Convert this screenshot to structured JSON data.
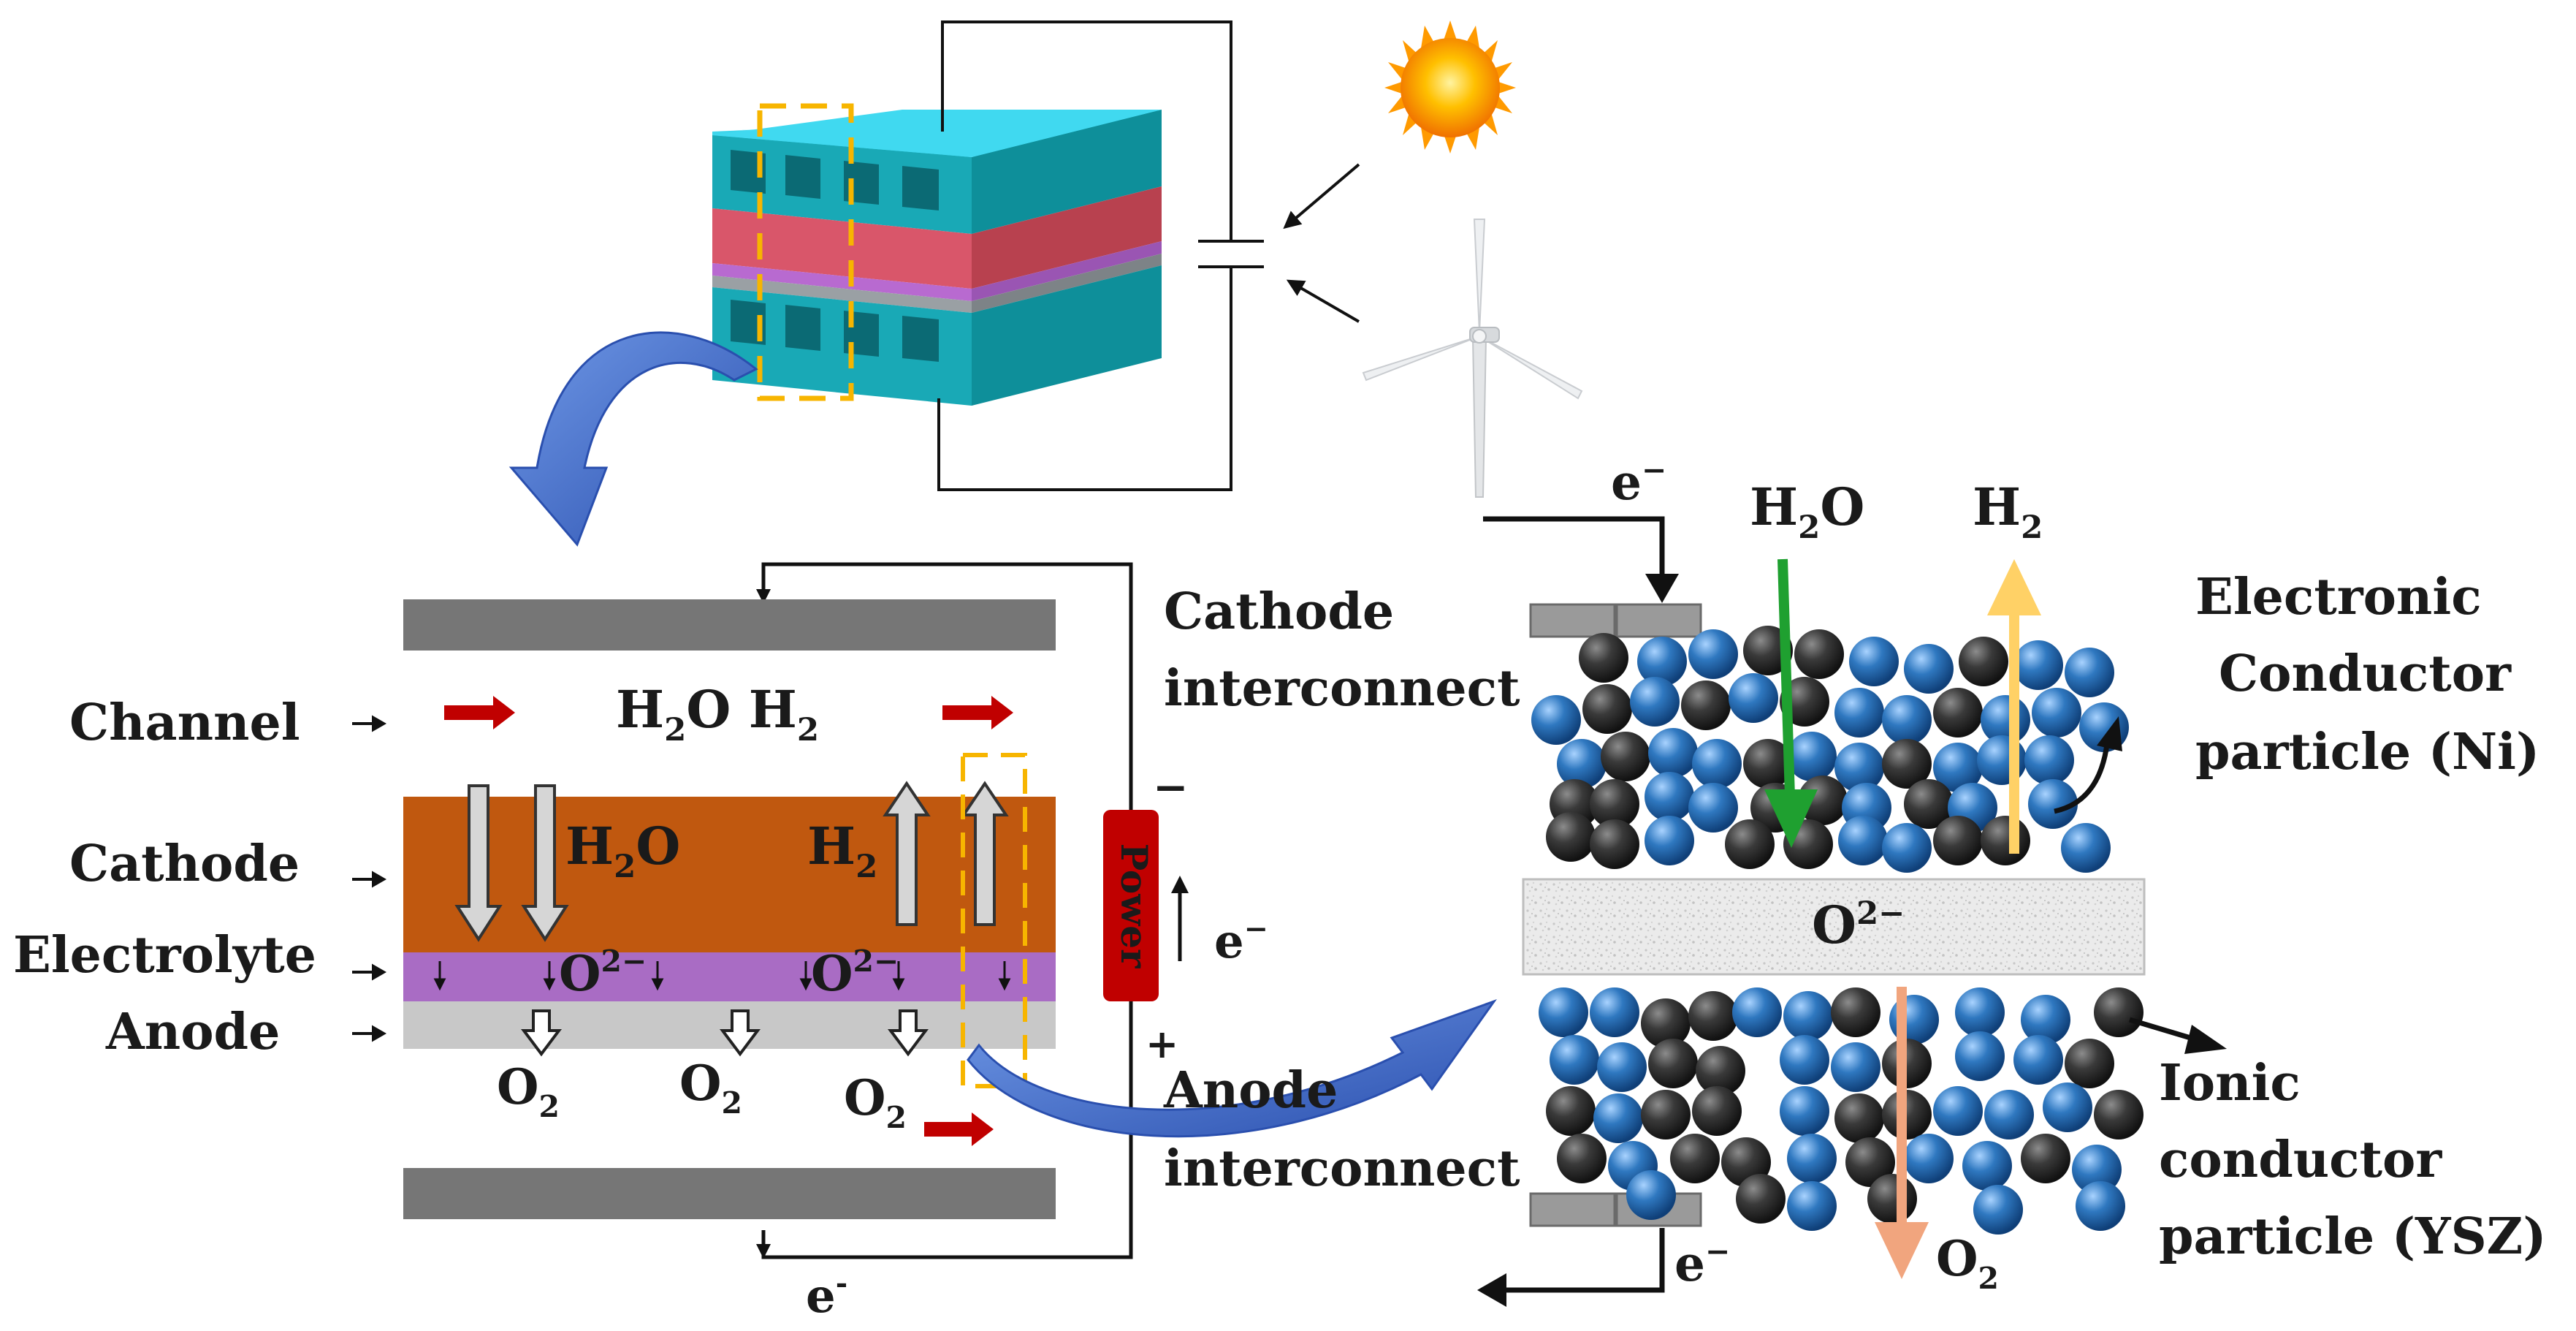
{
  "stack_labels": {
    "channel": "Channel",
    "cathode": "Cathode",
    "electrolyte": "Electrolyte",
    "anode": "Anode"
  },
  "cell_labels": {
    "h2o_h2": {
      "h": "H",
      "two": "2",
      "o_space_h": "O H",
      "two_b": "2"
    },
    "h2o": {
      "h": "H",
      "two": "2",
      "o": "O"
    },
    "h2": {
      "h": "H",
      "two": "2"
    },
    "o2_ion": {
      "o": "O",
      "charge": "2−"
    },
    "o2": {
      "o": "O",
      "two": "2"
    },
    "power": "Power",
    "minus": "−",
    "plus": "+",
    "electron": {
      "e": "e",
      "charge": "−"
    },
    "electron_bottom": {
      "e": "e",
      "charge": "-"
    }
  },
  "zoom_labels": {
    "cathode_interconnect_1": "Cathode",
    "cathode_interconnect_2": "interconnect",
    "anode_interconnect_1": "Anode",
    "anode_interconnect_2": "interconnect",
    "electron_top": {
      "e": "e",
      "charge": "−"
    },
    "electron_bottom": {
      "e": "e",
      "charge": "−"
    },
    "h2o": {
      "h": "H",
      "two": "2",
      "o": "O"
    },
    "h2": {
      "h": "H",
      "two": "2"
    },
    "o2_ion": {
      "o": "O",
      "charge": "2−"
    },
    "o2": {
      "o": "O",
      "two": "2"
    },
    "electronic_1": "Electronic",
    "electronic_2": "Conductor",
    "electronic_3": "particle (Ni)",
    "ionic_1": "Ionic",
    "ionic_2": "conductor",
    "ionic_3": "particle (YSZ)"
  },
  "colors": {
    "cathode": "#c0580f",
    "electrolyte": "#a96cc4",
    "anode": "#c8c8c8",
    "interconnect": "#767676",
    "channel_arrow": "#c00000",
    "power": "#c00000",
    "ni_particle": "#333333",
    "ysz_particle": "#2f78c0",
    "h2o_arrow": "#1fa030",
    "h2_arrow": "#ffd166",
    "o2_arrow": "#f1a57e",
    "callout": "#f7b500",
    "curved_arrow": "#3a66c4",
    "block_top": "#3fd6ec",
    "block_front": "#19a9b6",
    "block_side": "#0e8f9a",
    "block_red": "#d9566a"
  }
}
